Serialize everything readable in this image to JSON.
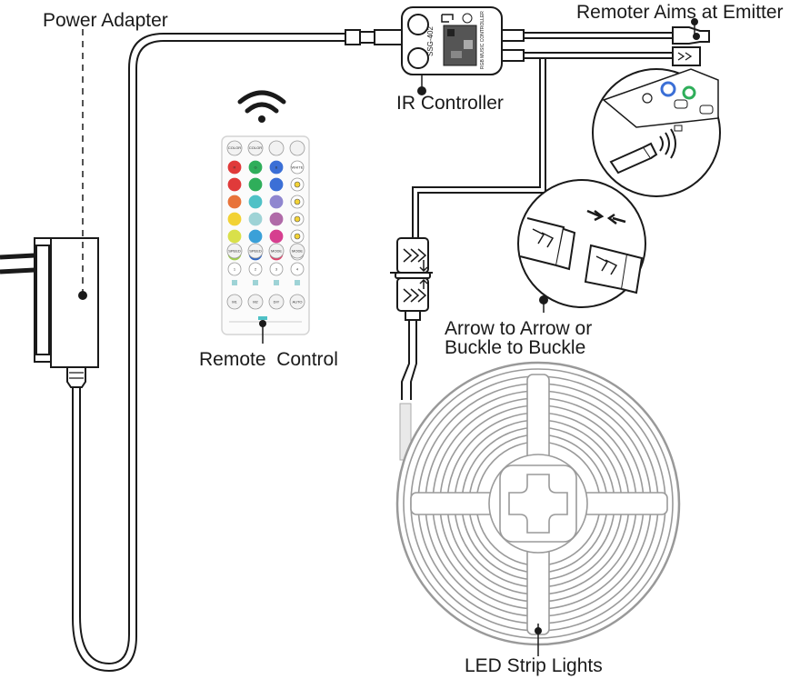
{
  "labels": {
    "power_adapter": "Power Adapter",
    "ir_controller": "IR Controller",
    "remoter_aims": "Remoter Aims at Emitter",
    "remote_control": "Remote  Control",
    "arrow_line1": "Arrow to Arrow or",
    "arrow_line2": "Buckle to Buckle",
    "led_strip": "LED Strip Lights"
  },
  "controller": {
    "model": "SSG-402",
    "name": "RGB MUSIC CONTROLLER"
  },
  "remote": {
    "buttons_top": [
      "COLOR",
      "COLOR",
      "",
      ""
    ],
    "color_rows": [
      [
        "#e03a3a",
        "#2fae5a",
        "#3b6fd6"
      ],
      [
        "#e8733a",
        "#4fc1c6",
        "#8f86cf"
      ],
      [
        "#f2d234",
        "#9ed3d6",
        "#b06aa8"
      ],
      [
        "#d9e04a",
        "#3aa0d8",
        "#d63e8f"
      ],
      [
        "#9fcf4a",
        "#2f66c4",
        "#e0426a"
      ]
    ],
    "letter_buttons": [
      "R",
      "G",
      "B",
      "WHITE"
    ],
    "func_row1": [
      "SPEED",
      "SPEED",
      "MODE",
      "MODE"
    ],
    "func_row2": [
      "1",
      "2",
      "3",
      "4"
    ],
    "func_row3": [
      "M1",
      "M2",
      "DIY",
      "AUTO"
    ]
  },
  "colors": {
    "stroke": "#1a1a1a",
    "reel": "#888888"
  }
}
